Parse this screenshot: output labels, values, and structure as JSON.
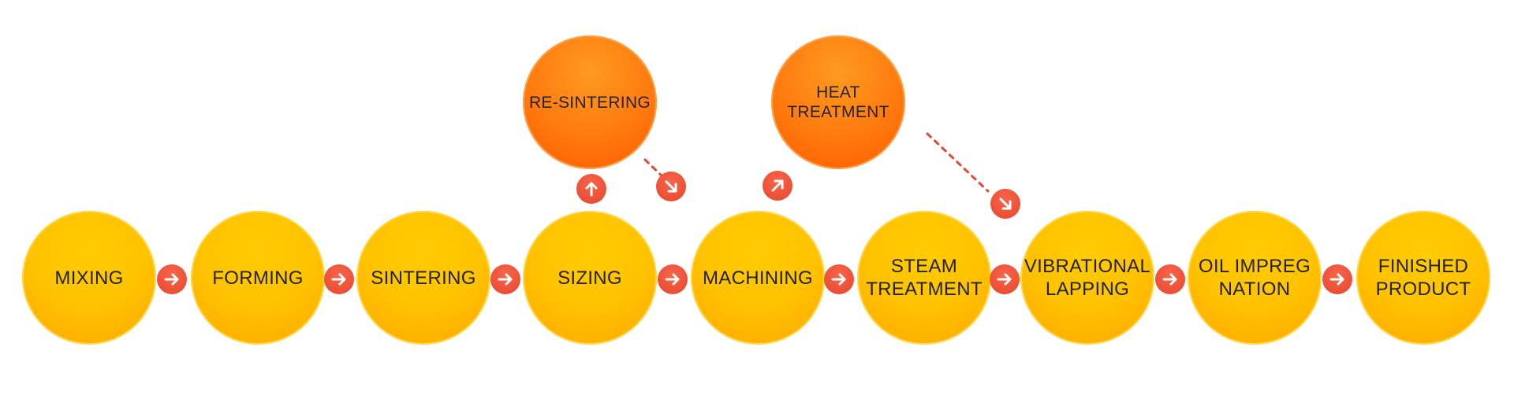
{
  "colors": {
    "main_node": "#ffc200",
    "side_node": "#ff7a0e",
    "arrow_badge": "#ea4a30",
    "dotted_line": "#e8462d",
    "text": "#222222"
  },
  "main_steps": [
    {
      "label": "MIXING"
    },
    {
      "label": "FORMING"
    },
    {
      "label": "SINTERING"
    },
    {
      "label": "SIZING"
    },
    {
      "label": "MACHINING"
    },
    {
      "label": "STEAM\nTREATMENT"
    },
    {
      "label": "VIBRATIONAL\nLAPPING"
    },
    {
      "label": "OIL IMPREG\nNATION"
    },
    {
      "label": "FINISHED\nPRODUCT"
    }
  ],
  "side_steps": [
    {
      "label": "RE-SINTERING"
    },
    {
      "label": "HEAT\nTREATMENT"
    }
  ],
  "arrows": [
    {
      "icon": "arrow-right-icon"
    },
    {
      "icon": "arrow-right-icon"
    },
    {
      "icon": "arrow-right-icon"
    },
    {
      "icon": "arrow-right-icon"
    },
    {
      "icon": "arrow-right-icon"
    },
    {
      "icon": "arrow-right-icon"
    },
    {
      "icon": "arrow-right-icon"
    },
    {
      "icon": "arrow-right-icon"
    },
    {
      "icon": "arrow-up-icon"
    },
    {
      "icon": "arrow-down-right-icon"
    },
    {
      "icon": "arrow-up-right-icon"
    },
    {
      "icon": "arrow-down-right-icon"
    }
  ]
}
